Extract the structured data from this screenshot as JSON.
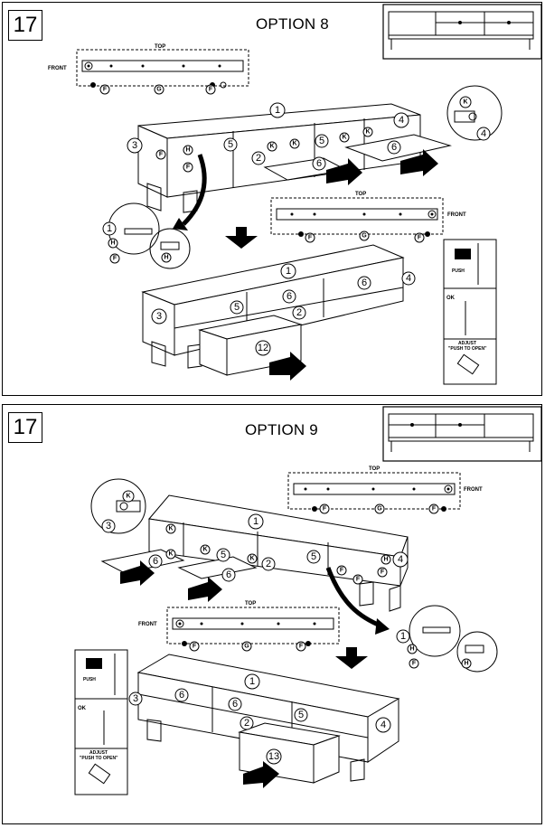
{
  "step_number": "17",
  "option_a": {
    "title": "OPTION 8",
    "rail_top_label": "TOP",
    "rail_front_label": "FRONT",
    "push_label": "PUSH",
    "ok_label": "OK",
    "adjust_label": "ADJUST",
    "push_to_open_label": "\"PUSH TO OPEN\"",
    "callouts": [
      "1",
      "2",
      "3",
      "4",
      "5",
      "6",
      "12",
      "F",
      "G",
      "H",
      "K"
    ]
  },
  "option_b": {
    "title": "OPTION 9",
    "rail_top_label": "TOP",
    "rail_front_label": "FRONT",
    "push_label": "PUSH",
    "ok_label": "OK",
    "adjust_label": "ADJUST",
    "push_to_open_label": "\"PUSH TO OPEN\"",
    "callouts": [
      "1",
      "2",
      "3",
      "4",
      "5",
      "6",
      "13",
      "F",
      "G",
      "H",
      "K"
    ]
  }
}
